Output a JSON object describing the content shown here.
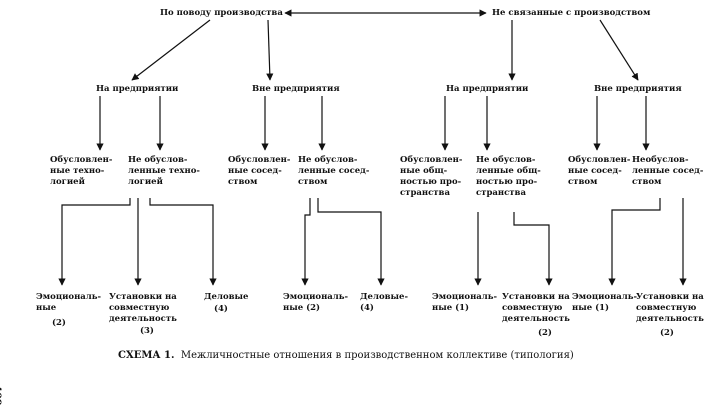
{
  "top": {
    "left": "По поводу производства",
    "right": "Не связанные с производством"
  },
  "level2": {
    "a": "На предприятии",
    "b": "Вне предприятия",
    "c": "На предприятии",
    "d": "Вне предприятия"
  },
  "level3": {
    "a1": "Обусловлен-\nные техно-\nлогией",
    "a2": "Не обуслов-\nленные техно-\nлогией",
    "b1": "Обусловлен-\nные сосед-\nством",
    "b2": "Не обуслов-\nленные сосед-\nством",
    "c1": "Обусловлен-\nные общ-\nностью про-\nстранства",
    "c2": "Не обуслов-\nленные общ-\nностью про-\nстранства",
    "d1": "Обусловлен-\nные сосед-\nством",
    "d2": "Необуслов-\nленные сосед-\nством"
  },
  "level4": {
    "a_emo": "Эмоциональ-\nные",
    "a_emo_n": "(2)",
    "a_inst": "Установки на\nсовместную\nдеятельность",
    "a_inst_n": "(3)",
    "a_bus": "Деловые",
    "a_bus_n": "(4)",
    "b_emo": "Эмоциональ-\nные (2)",
    "b_bus": "Деловые-\n(4)",
    "c_emo": "Эмоциональ-\nные (1)",
    "c_inst": "Установки на\nсовместную\nдеятельность",
    "c_inst_n": "(2)",
    "d_emo": "Эмоциональ-\nные (1)",
    "d_inst": "Установки на\nсовместную\nдеятельность",
    "d_inst_n": "(2)"
  },
  "caption": {
    "label": "СХЕМА 1.",
    "text": "Межличностные отношения в производственном коллективе (типология)"
  },
  "page_number": "409"
}
